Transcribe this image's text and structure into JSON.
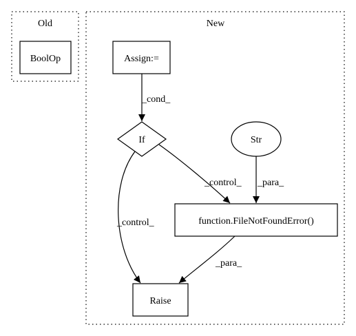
{
  "clusters": {
    "old": {
      "title": "Old"
    },
    "new": {
      "title": "New"
    }
  },
  "nodes": {
    "boolop": "BoolOp",
    "assign": "Assign:=",
    "if": "If",
    "str": "Str",
    "filenotfound": "function.FileNotFoundError()",
    "raise": "Raise"
  },
  "edges": {
    "assign_if": "_cond_",
    "if_filenotfound": "_control_",
    "str_filenotfound": "_para_",
    "if_raise": "_control_",
    "filenotfound_raise": "_para_"
  }
}
